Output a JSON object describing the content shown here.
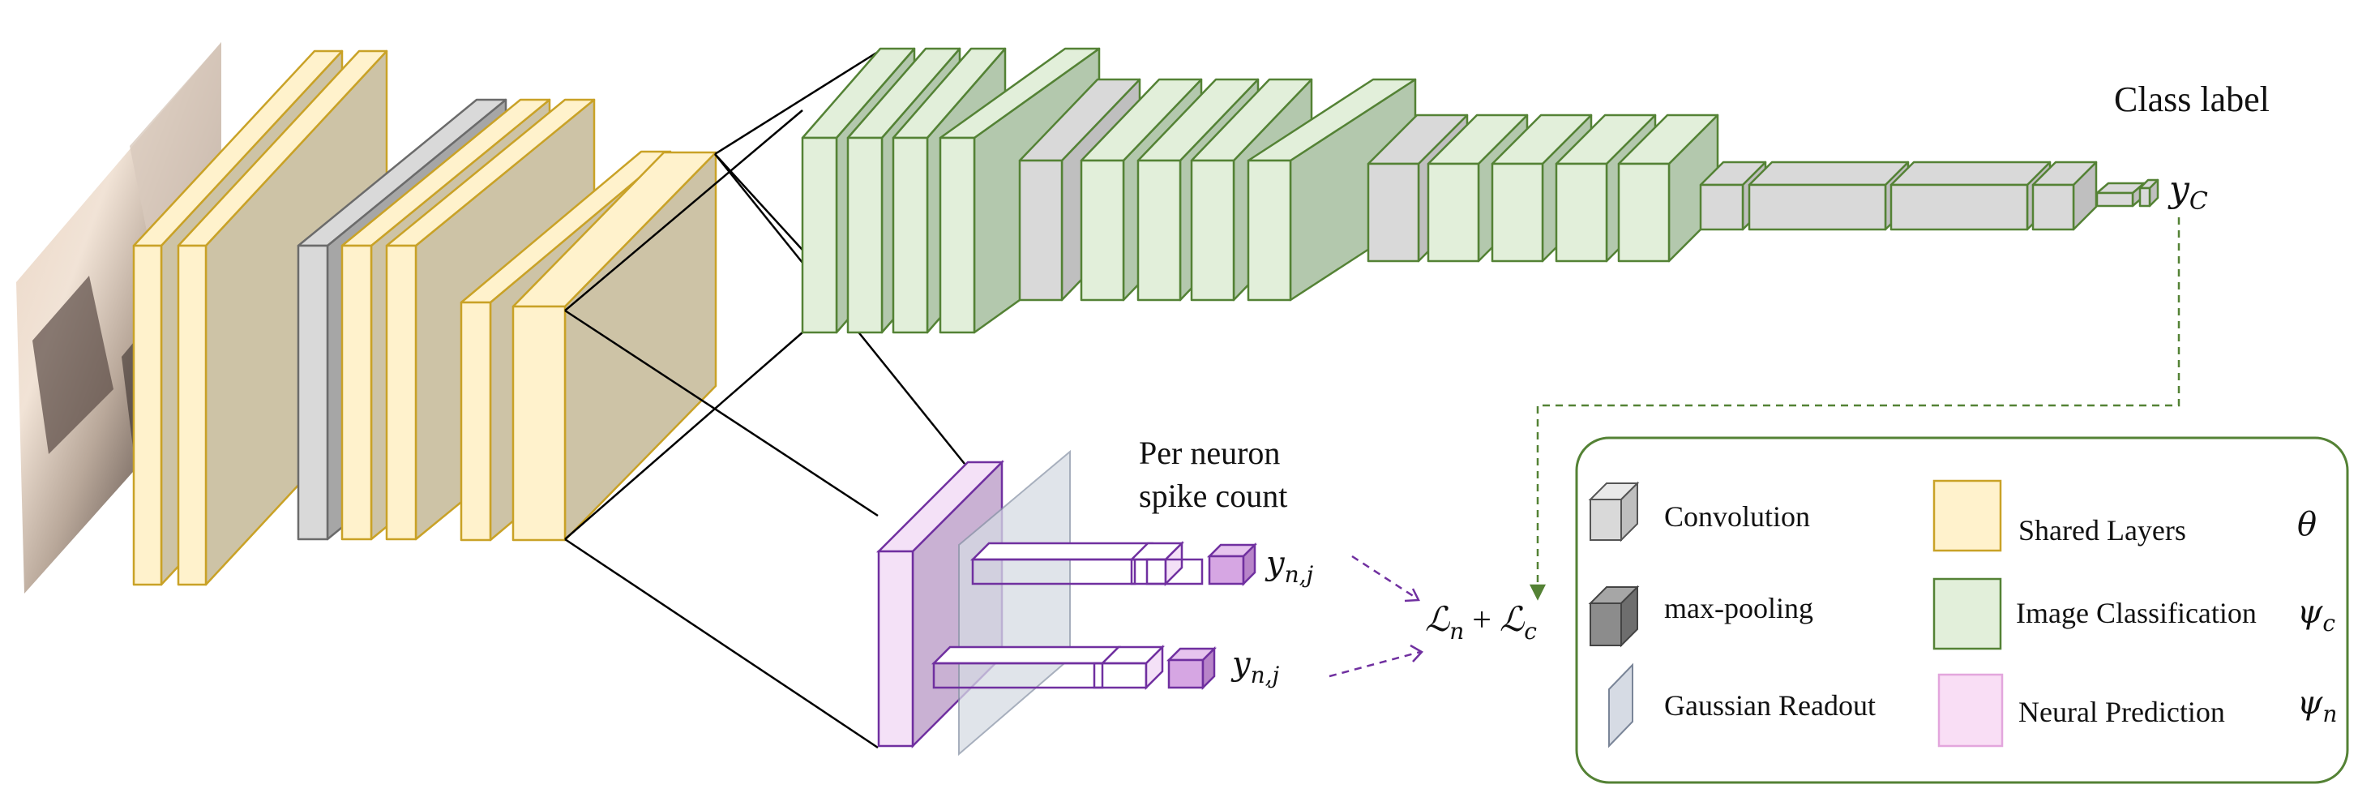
{
  "colors": {
    "shared_face": "#fff2cc",
    "shared_side": "#cdc3a6",
    "shared_stroke": "#c9a227",
    "pool_face": "#d9d9d9",
    "pool_side": "#a6a6a6",
    "pool_stroke": "#6b6b6b",
    "class_face": "#e2efda",
    "class_side": "#b3c8ad",
    "class_stroke": "#548235",
    "conv_gray_face": "#d9d9d9",
    "conv_gray_side": "#bfbfbf",
    "neural_face": "#f4e1f7",
    "neural_side": "#c9b1d3",
    "neural_stroke": "#7030a0",
    "neural_fill": "#d6a6e3",
    "readout_face": "#d6dbe4",
    "legend_stroke": "#548235",
    "dash_class": "#548235",
    "dash_neural": "#7030a0"
  },
  "labels": {
    "class_label": "Class label",
    "class_output": "y",
    "class_output_sub": "C",
    "per_neuron_line1": "Per neuron",
    "per_neuron_line2": "spike count",
    "neuron_output_1": "y",
    "neuron_output_1_sub": "n,j",
    "neuron_output_2": "y",
    "neuron_output_2_sub": "n,j",
    "loss_n": "ℒ",
    "loss_n_sub": "n",
    "loss_plus": "+",
    "loss_c": "ℒ",
    "loss_c_sub": "c"
  },
  "legend": {
    "convolution": "Convolution",
    "max_pooling": "max-pooling",
    "gaussian_readout": "Gaussian Readout",
    "shared_layers": "Shared Layers",
    "image_classification": "Image Classification",
    "neural_prediction": "Neural Prediction",
    "theta": "θ",
    "psi_c": "ψ",
    "psi_c_sub": "c",
    "psi_n": "ψ",
    "psi_n_sub": "n"
  }
}
